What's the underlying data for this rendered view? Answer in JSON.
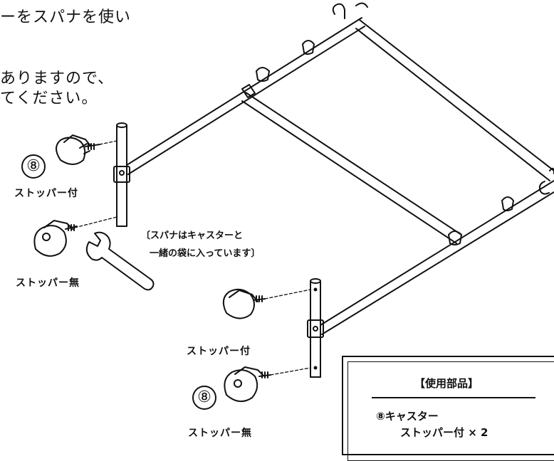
{
  "instructions": {
    "line1": "ーをスパナを使い",
    "line2": "ありますので、",
    "line3": "てください。"
  },
  "labels": {
    "num_top": "⑧",
    "caster_top_left": "ストッパー付",
    "caster_bottom_left": "ストッパー無",
    "caster_top_right": "ストッパー付",
    "num_bottom": "⑧",
    "caster_bottom_right": "ストッパー無",
    "spanner_note_1": "〔スパナはキャスターと",
    "spanner_note_2": "一緒の袋に入っています〕"
  },
  "parts_box": {
    "title": "【使用部品】",
    "item_1": "⑧キャスター",
    "item_2": "ストッパー付 × 2"
  }
}
